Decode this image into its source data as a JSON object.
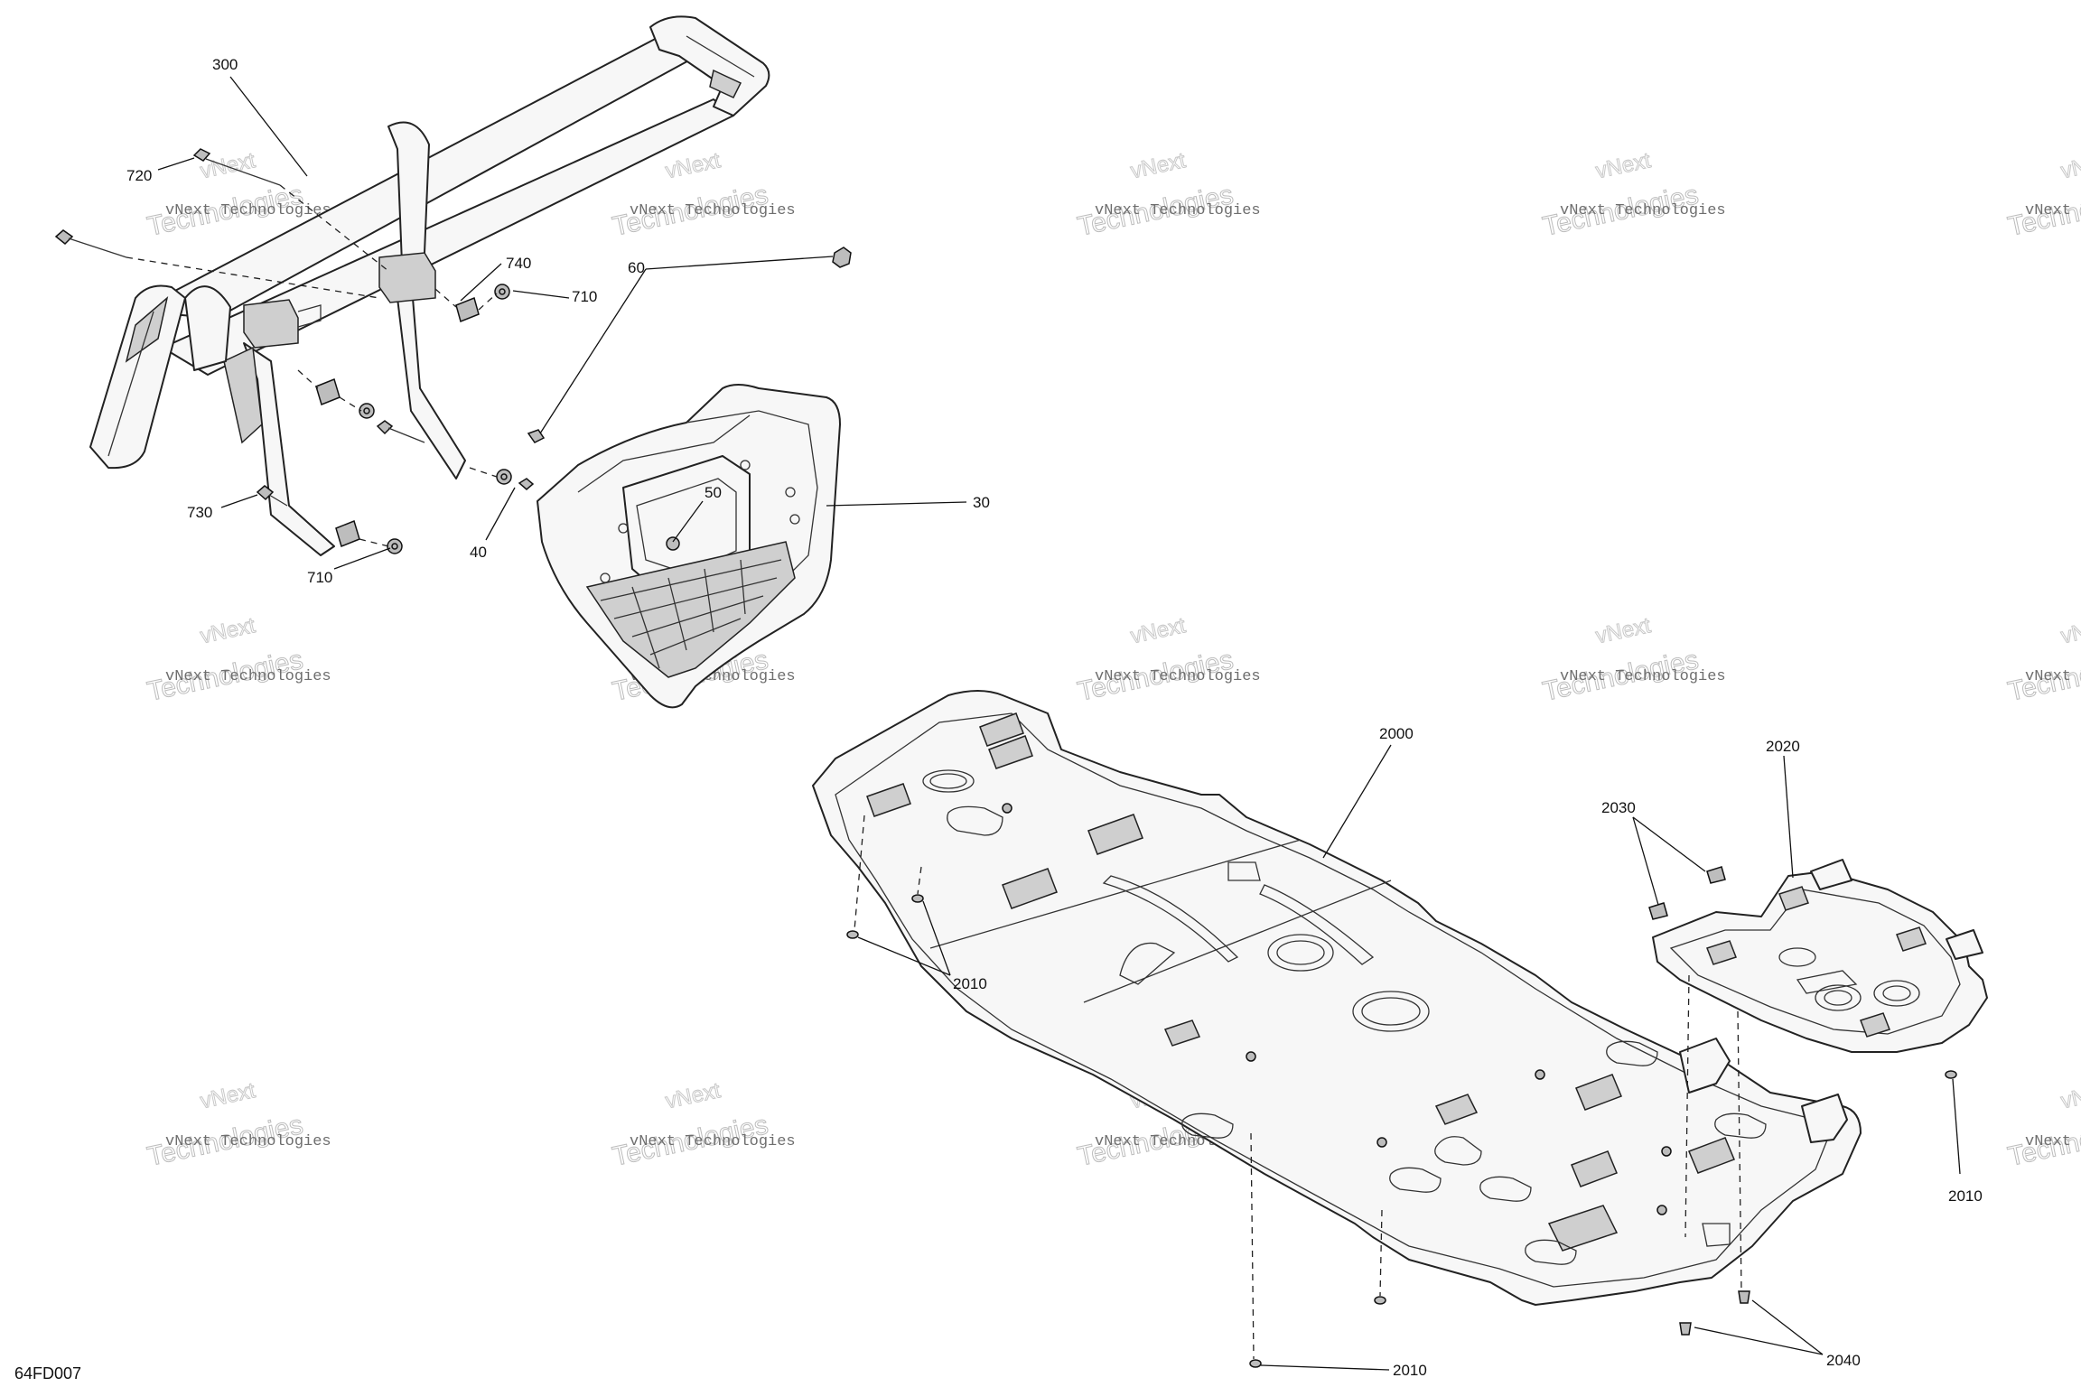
{
  "diagram_id": "64FD007",
  "watermark": {
    "top": "vNext",
    "middle": "vNext Technologies",
    "bottom": "Technologies"
  },
  "callouts": {
    "c300": "300",
    "c720": "720",
    "c740": "740",
    "c710a": "710",
    "c710b": "710",
    "c730": "730",
    "c40": "40",
    "c60": "60",
    "c50": "50",
    "c30": "30",
    "c2000": "2000",
    "c2020": "2020",
    "c2030": "2030",
    "c2010a": "2010",
    "c2010b": "2010",
    "c2010c": "2010",
    "c2040": "2040"
  }
}
